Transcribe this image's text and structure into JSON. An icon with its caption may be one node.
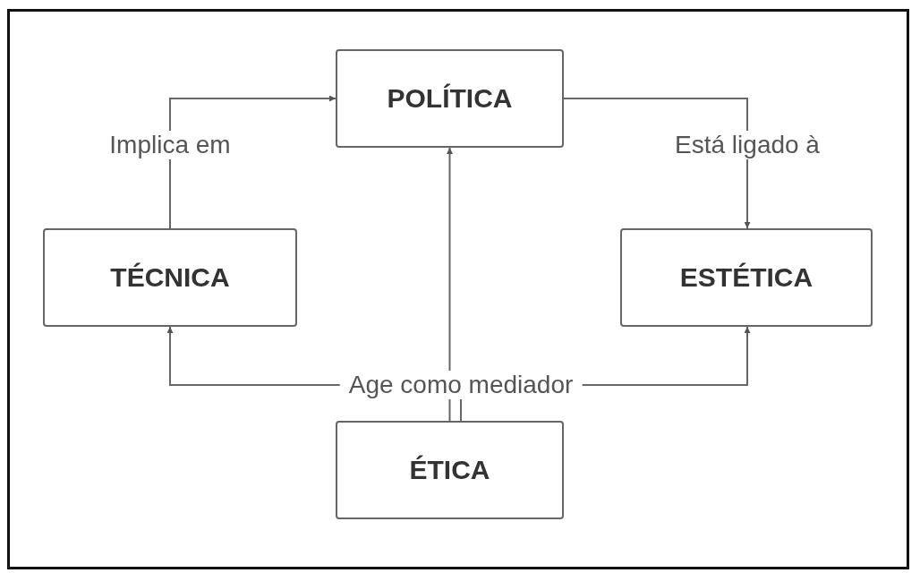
{
  "diagram": {
    "nodes": [
      {
        "text": [
          "POLÍTICA"
        ]
      },
      {
        "text": [
          "TÉCNICA"
        ]
      },
      {
        "text": [
          "ESTÉTICA"
        ]
      },
      {
        "text": [
          "ÉTICA"
        ]
      }
    ],
    "edges": [
      {
        "from": 1,
        "to": 0,
        "arrow": "to",
        "label": "Implica em"
      },
      {
        "from": 0,
        "to": 2,
        "arrow": "to",
        "label": "Está ligado à"
      },
      {
        "from": 3,
        "to": 0,
        "arrow": "to",
        "label": "Age como mediador"
      },
      {
        "from": 3,
        "to": 1,
        "arrow": "to"
      },
      {
        "from": 3,
        "to": 2,
        "arrow": "to"
      }
    ]
  }
}
